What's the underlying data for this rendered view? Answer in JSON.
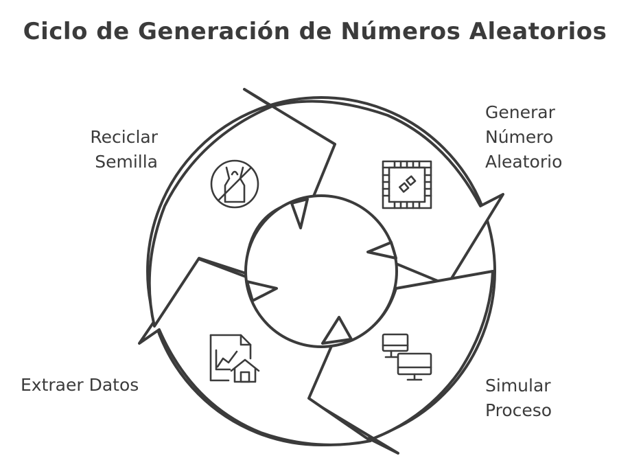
{
  "title": "Ciclo de Generación de Números Aleatorios",
  "steps": [
    {
      "id": "generar",
      "lines": [
        "Generar",
        "Número",
        "Aleatorio"
      ],
      "icon": "board-game-icon"
    },
    {
      "id": "simular",
      "lines": [
        "Simular",
        "Proceso"
      ],
      "icon": "computer-monitors-icon"
    },
    {
      "id": "extraer",
      "lines": [
        "Extraer Datos"
      ],
      "icon": "data-report-house-icon"
    },
    {
      "id": "reciclar",
      "lines": [
        "Reciclar",
        "Semilla"
      ],
      "icon": "no-plastic-bag-icon"
    }
  ],
  "colors": {
    "stroke": "#3b3b3b",
    "background": "#ffffff"
  }
}
